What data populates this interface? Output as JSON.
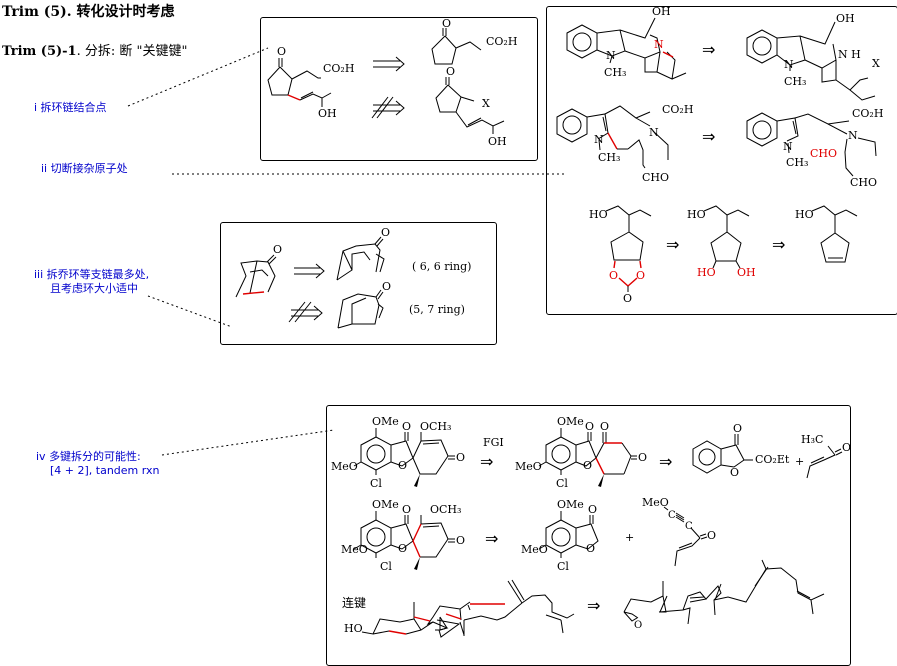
{
  "header": {
    "title": "Trim (5). 转化设计时考虑",
    "subtitle_bold": "Trim (5)-1",
    "subtitle_rest": ". 分拆: 断 \"关键键\""
  },
  "notes": [
    {
      "label": "i  拆环链结合点"
    },
    {
      "label": "ii 切断接杂原子处"
    },
    {
      "label_line1": "iii  拆乔环等支链最多处,",
      "label_line2": "且考虑环大小适中"
    },
    {
      "label_line1": "iv  多键拆分的可能性:",
      "label_line2": "[4 + 2], tandem rxn"
    }
  ],
  "box1": {
    "sub_acid": "CO₂H",
    "oh": "OH",
    "o": "O",
    "x": "X"
  },
  "box2": {
    "row1": {
      "oh": "OH",
      "n_red": "N",
      "n": "N",
      "ch3": "CH₃",
      "nh": "N H",
      "x": "X"
    },
    "row2": {
      "co2h": "CO₂H",
      "n": "N",
      "ch3": "CH₃",
      "cho": "CHO",
      "cho_red": "CHO"
    },
    "row3": {
      "ho": "HO",
      "o_red": "O",
      "o": "O",
      "ho_red": "HO",
      "oh_red": "OH"
    }
  },
  "box3": {
    "o": "O",
    "ring1": "( 6, 6 ring)",
    "ring2": "(5, 7 ring)"
  },
  "box4": {
    "ome": "OMe",
    "och3": "OCH₃",
    "meo": "MeO",
    "cl": "Cl",
    "o": "O",
    "fgi": "FGI",
    "co2et": "CO₂Et",
    "h3c": "H₃C",
    "plus": "+",
    "meo_alkyne_c": "C",
    "link_label": "连键",
    "ho": "HO"
  },
  "arrow_symbol": "⇒",
  "colors": {
    "note": "#0000cc",
    "highlight": "#e00000"
  }
}
